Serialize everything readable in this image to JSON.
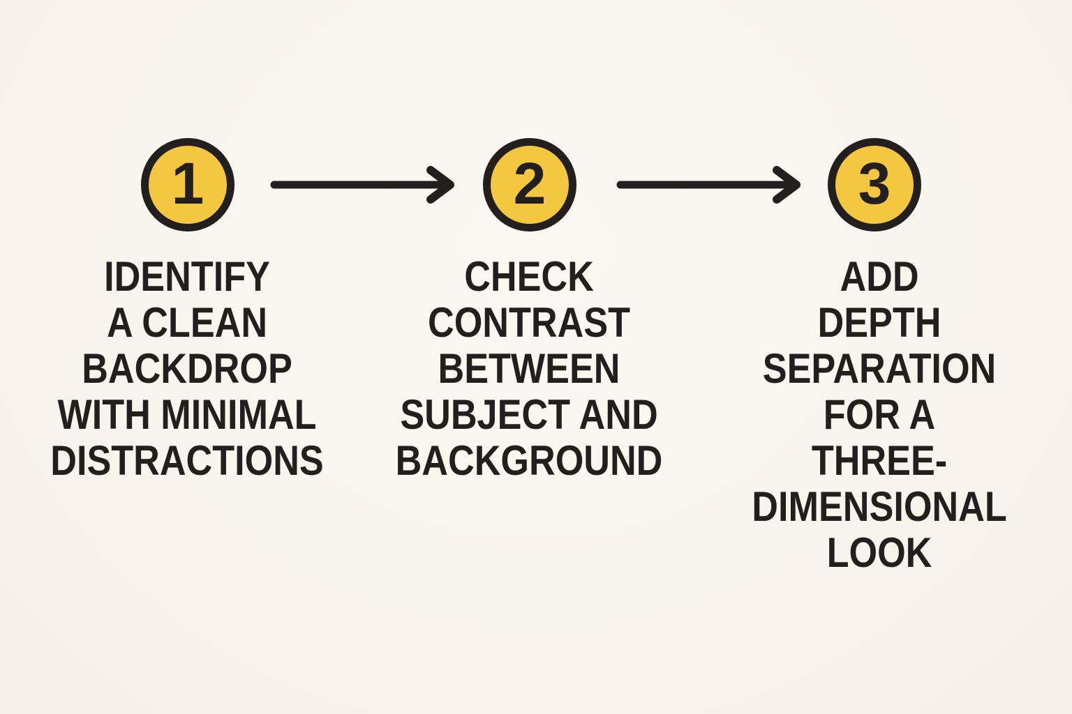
{
  "title": "Three step background photography tips infographic",
  "colors": {
    "background": "#f8f4ed",
    "accent_yellow": "#f4c740",
    "ink": "#221f1e"
  },
  "steps": [
    {
      "number": "1",
      "lines": [
        "IDENTIFY",
        "A CLEAN",
        "BACKDROP",
        "WITH MINIMAL",
        "DISTRACTIONS"
      ]
    },
    {
      "number": "2",
      "lines": [
        "CHECK",
        "CONTRAST",
        "BETWEEN",
        "SUBJECT AND",
        "BACKGROUND"
      ]
    },
    {
      "number": "3",
      "lines": [
        "ADD",
        "DEPTH",
        "SEPARATION",
        "FOR A",
        "THREE-",
        "DIMENSIONAL",
        "LOOK"
      ]
    }
  ]
}
